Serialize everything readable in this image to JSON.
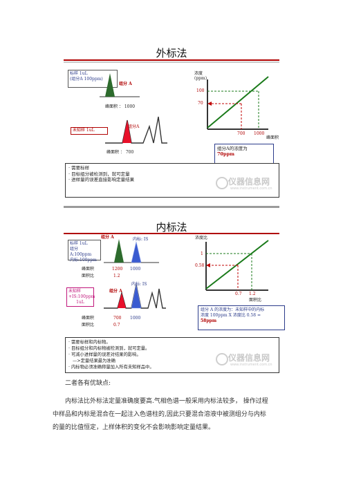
{
  "section1": {
    "title": "外标法",
    "std_label_line1": "标样 1uL",
    "std_label_line2": "(组分A 100ppm)",
    "std_peak_label": "组分 A",
    "std_area_text": "峰面积 ： 1000",
    "unk_label": "未知样 1uL",
    "unk_peak_label": "组分A",
    "unk_area_text": "峰面积 ： 700",
    "graph_ylabel_line1": "浓度",
    "graph_ylabel_line2": "(ppm)",
    "graph_y_high": "100",
    "graph_y_low": "70",
    "graph_x_low": "700",
    "graph_x_high": "1000",
    "graph_xlabel": "峰面积",
    "result_line1": "组分A的浓度为",
    "result_line2": "70ppm",
    "notes": [
      "· 需要标样",
      "· 目标组分被检测到，就可定量",
      "· 进样量的误差直接影响定量结果"
    ]
  },
  "section2": {
    "title": "内标法",
    "std_label": [
      "标样 1uL",
      "组分A:100ppm",
      "内标:100ppm"
    ],
    "std_peak_a": "组分 A",
    "std_peak_is": "内标: IS",
    "std_area_name": "峰面积",
    "std_area_a": "1200",
    "std_area_is": "1000",
    "std_ratio_name": "面积比",
    "std_ratio": "1.2",
    "unk_label": [
      "未知样",
      "+IS:100ppm",
      "1uL"
    ],
    "unk_peak_a": "组分 A",
    "unk_peak_is": "内标: IS",
    "unk_area_name": "峰面积",
    "unk_area_a": "700",
    "unk_area_is": "1000",
    "unk_ratio_name": "面积比",
    "unk_ratio": "0.7",
    "graph_ylabel": "浓度比",
    "graph_y_high": "1",
    "graph_y_low": "0.58",
    "graph_x_low": "0.7",
    "graph_x_high": "1.2",
    "graph_xlabel": "面积比",
    "result_lines": [
      "组分 A 的浓度为：未知样中的内标",
      "浓度 100ppm  X  浓度比 0.58  =",
      "58ppm"
    ],
    "notes": [
      "· 需要标样和内标物。",
      "· 目标组分和内标物被检测到，就可定量。",
      "· 可减小进样量的误差对结果的影响。",
      "   —>定量结果最为准确",
      "· 内标物必须准确称量加入所有未知样品中。"
    ]
  },
  "watermark": {
    "name": "仪器信息网",
    "url": "www.instrument.com.cn"
  },
  "body_text": {
    "heading": "二者各有优缺点:",
    "line1": "内标法比外标法定量准确度要高.气相色谱一般采用内标法较多，  操作过程",
    "line2": "中样品和内标是混合在一起注入色谱柱的,因此只要混合溶液中被测组分与内标",
    "line3": "的量的比值恒定，上样体积的变化不会影响影响定量结果。"
  },
  "colors": {
    "accent_red": "#b00000",
    "line_green": "#1a7a1a",
    "peak_red": "#e8102a",
    "peak_green": "#2d6b2d",
    "peak_blue": "#3a5bd0"
  }
}
